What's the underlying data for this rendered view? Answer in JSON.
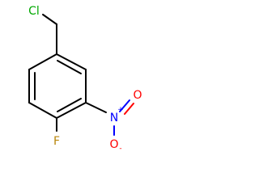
{
  "molecule": {
    "atoms": {
      "chlorine": {
        "symbol": "Cl",
        "color": "#00a800"
      },
      "fluorine": {
        "symbol": "F",
        "color": "#b8860b"
      },
      "nitrogen": {
        "symbol": "N",
        "color": "#0000ff",
        "charge": "+"
      },
      "oxygen_top": {
        "symbol": "O",
        "color": "#ff0000"
      },
      "oxygen_bottom": {
        "symbol": "O",
        "color": "#ff0000",
        "charge": "-"
      }
    }
  }
}
